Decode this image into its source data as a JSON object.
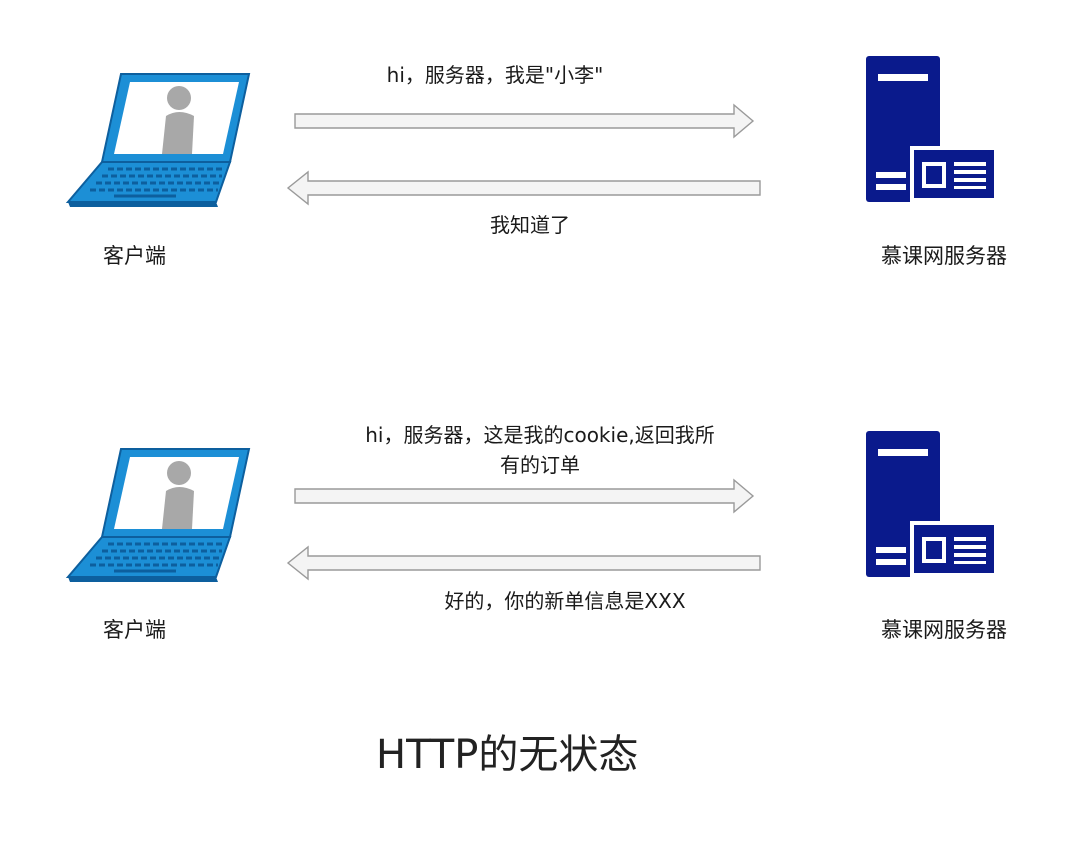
{
  "scenes": [
    {
      "request_text": "hi，服务器，我是\"小李\"",
      "response_text": "我知道了",
      "client_label": "客户端",
      "server_label": "慕课网服务器"
    },
    {
      "request_lines": [
        "hi，服务器，这是我的cookie,返回我所",
        "有的订单"
      ],
      "response_text": "好的，你的新单信息是XXX",
      "client_label": "客户端",
      "server_label": "慕课网服务器"
    }
  ],
  "title": "HTTP的无状态",
  "colors": {
    "laptop_blue": "#1c8fd6",
    "laptop_dark": "#0d5f9e",
    "server_navy": "#0a1a8c",
    "arrow_fill": "#f4f4f4",
    "arrow_stroke": "#9a9a9a"
  },
  "icons": {
    "client": "laptop-user-icon",
    "server": "server-icon"
  }
}
